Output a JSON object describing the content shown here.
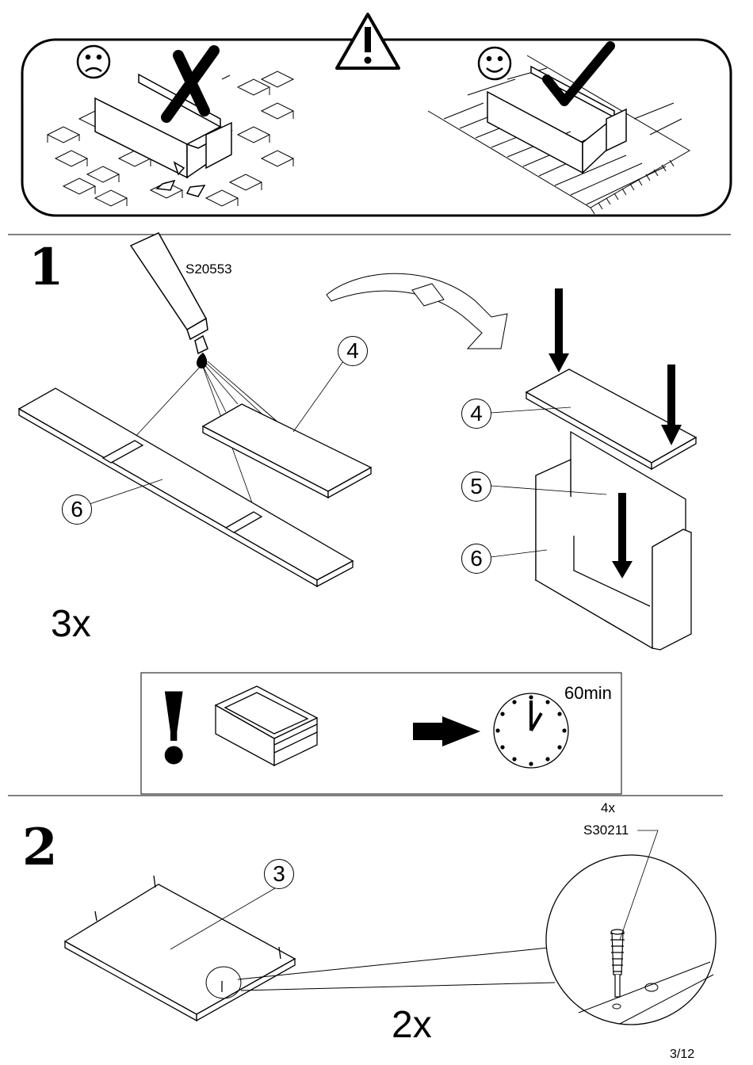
{
  "step1": {
    "number": "1",
    "glue_code": "S20553",
    "quantity": "3x",
    "parts_left": {
      "top_panel": "4",
      "side_panel": "6"
    },
    "parts_right": {
      "top": "4",
      "back": "5",
      "side": "6"
    }
  },
  "notice": {
    "exclamation": "!",
    "wait_time": "60min"
  },
  "step2": {
    "number": "2",
    "part": "3",
    "quantity": "2x",
    "fitting_count": "4x",
    "fitting_code": "S30211"
  },
  "page_number": "3/12"
}
